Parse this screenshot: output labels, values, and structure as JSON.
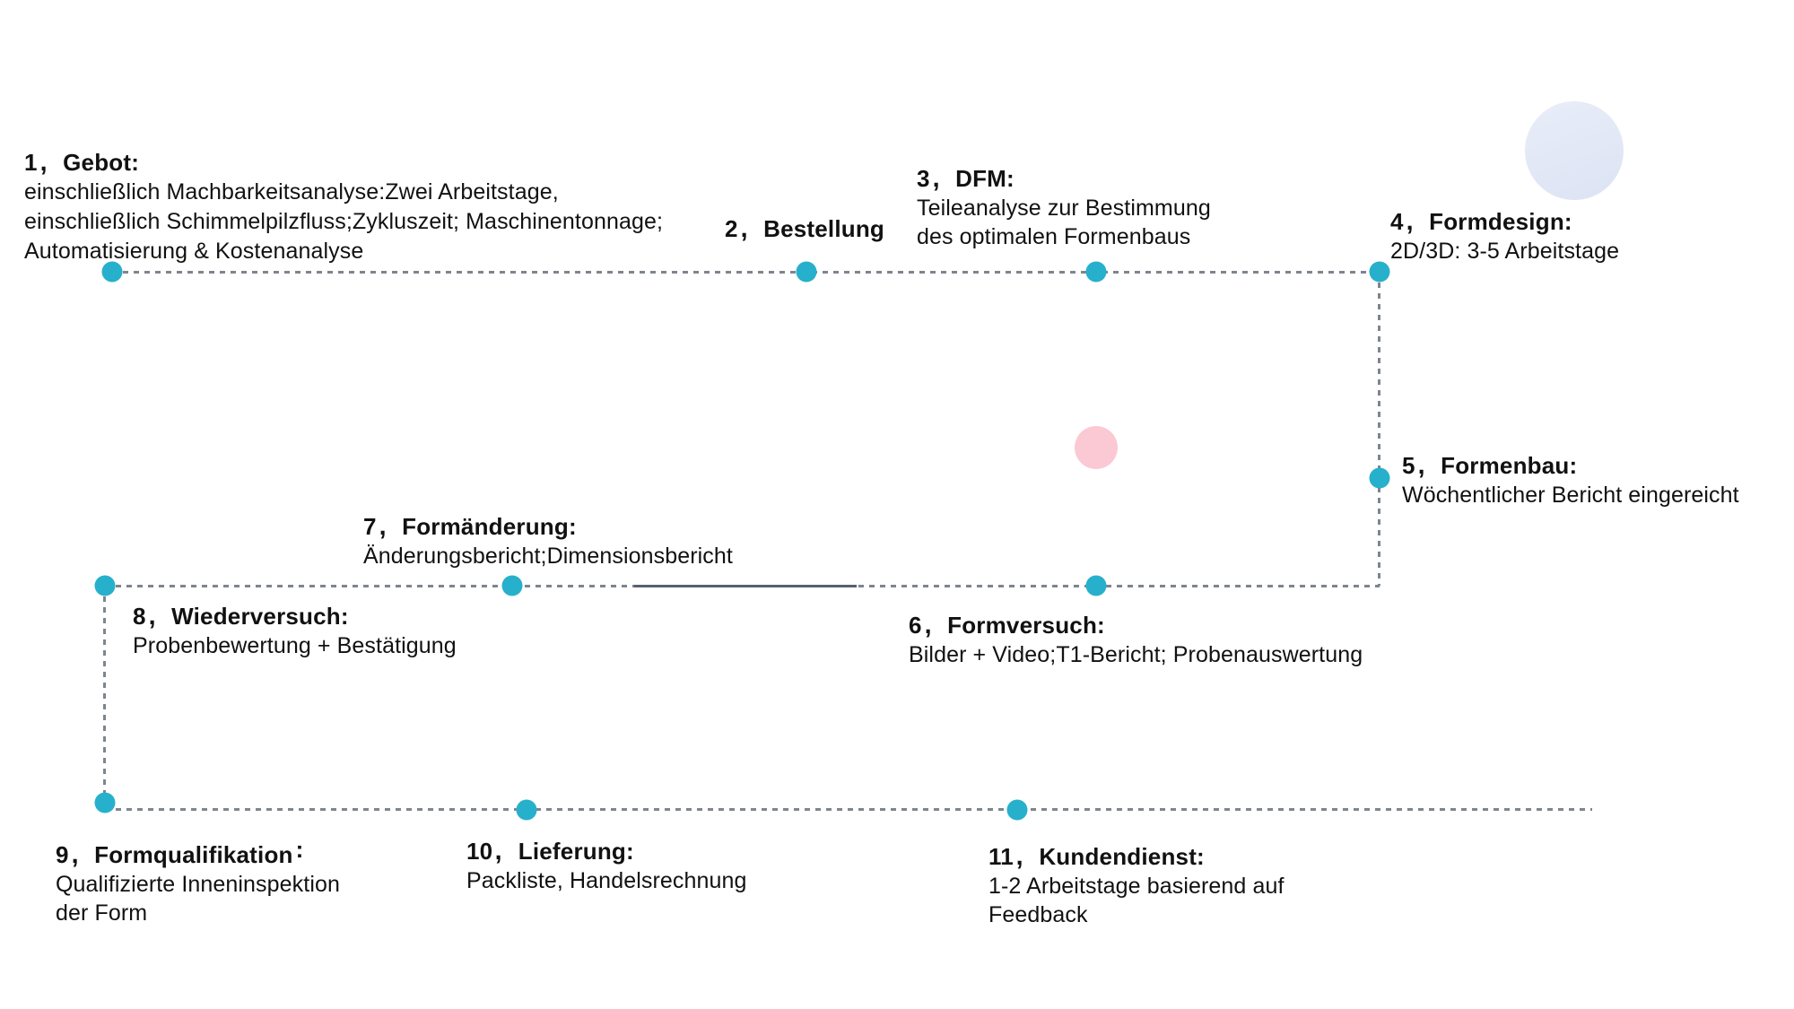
{
  "diagram_title": "Mold making process timeline (German)",
  "colors": {
    "node_dot": "#27b0cc",
    "dashed_line": "#7e858e",
    "solid_segment": "#566070",
    "decor_circle_lavender": "#dfe6f4",
    "decor_circle_pink": "#fbc9d3",
    "text": "#111111"
  },
  "steps": [
    {
      "no": "1、",
      "title": "Gebot:",
      "desc": [
        "einschließlich Machbarkeitsanalyse:Zwei Arbeitstage,",
        "einschließlich Schimmelpilzfluss;Zykluszeit; Maschinentonnage;",
        "Automatisierung & Kostenanalyse"
      ]
    },
    {
      "no": "2、",
      "title": "Bestellung",
      "desc": []
    },
    {
      "no": "3、",
      "title": "DFM:",
      "desc": [
        "Teileanalyse zur Bestimmung",
        "des optimalen Formenbaus"
      ]
    },
    {
      "no": "4、",
      "title": "Formdesign:",
      "desc": [
        "2D/3D: 3-5 Arbeitstage"
      ]
    },
    {
      "no": "5、",
      "title": "Formenbau:",
      "desc": [
        "Wöchentlicher Bericht eingereicht"
      ]
    },
    {
      "no": "6、",
      "title": "Formversuch:",
      "desc": [
        "Bilder + Video;T1-Bericht; Probenauswertung"
      ]
    },
    {
      "no": "7、",
      "title": "Formänderung:",
      "desc": [
        "Änderungsbericht;Dimensionsbericht"
      ]
    },
    {
      "no": "8、",
      "title": "Wiederversuch:",
      "desc": [
        "Probenbewertung + Bestätigung"
      ]
    },
    {
      "no": "9、",
      "title": "Formqualifikation：",
      "desc": [
        "Qualifizierte Inneninspektion",
        "der Form"
      ]
    },
    {
      "no": "10、",
      "title": "Lieferung:",
      "desc": [
        "Packliste, Handelsrechnung"
      ]
    },
    {
      "no": "11、",
      "title": "Kundendienst:",
      "desc": [
        "1-2 Arbeitstage basierend auf",
        "Feedback"
      ]
    }
  ]
}
